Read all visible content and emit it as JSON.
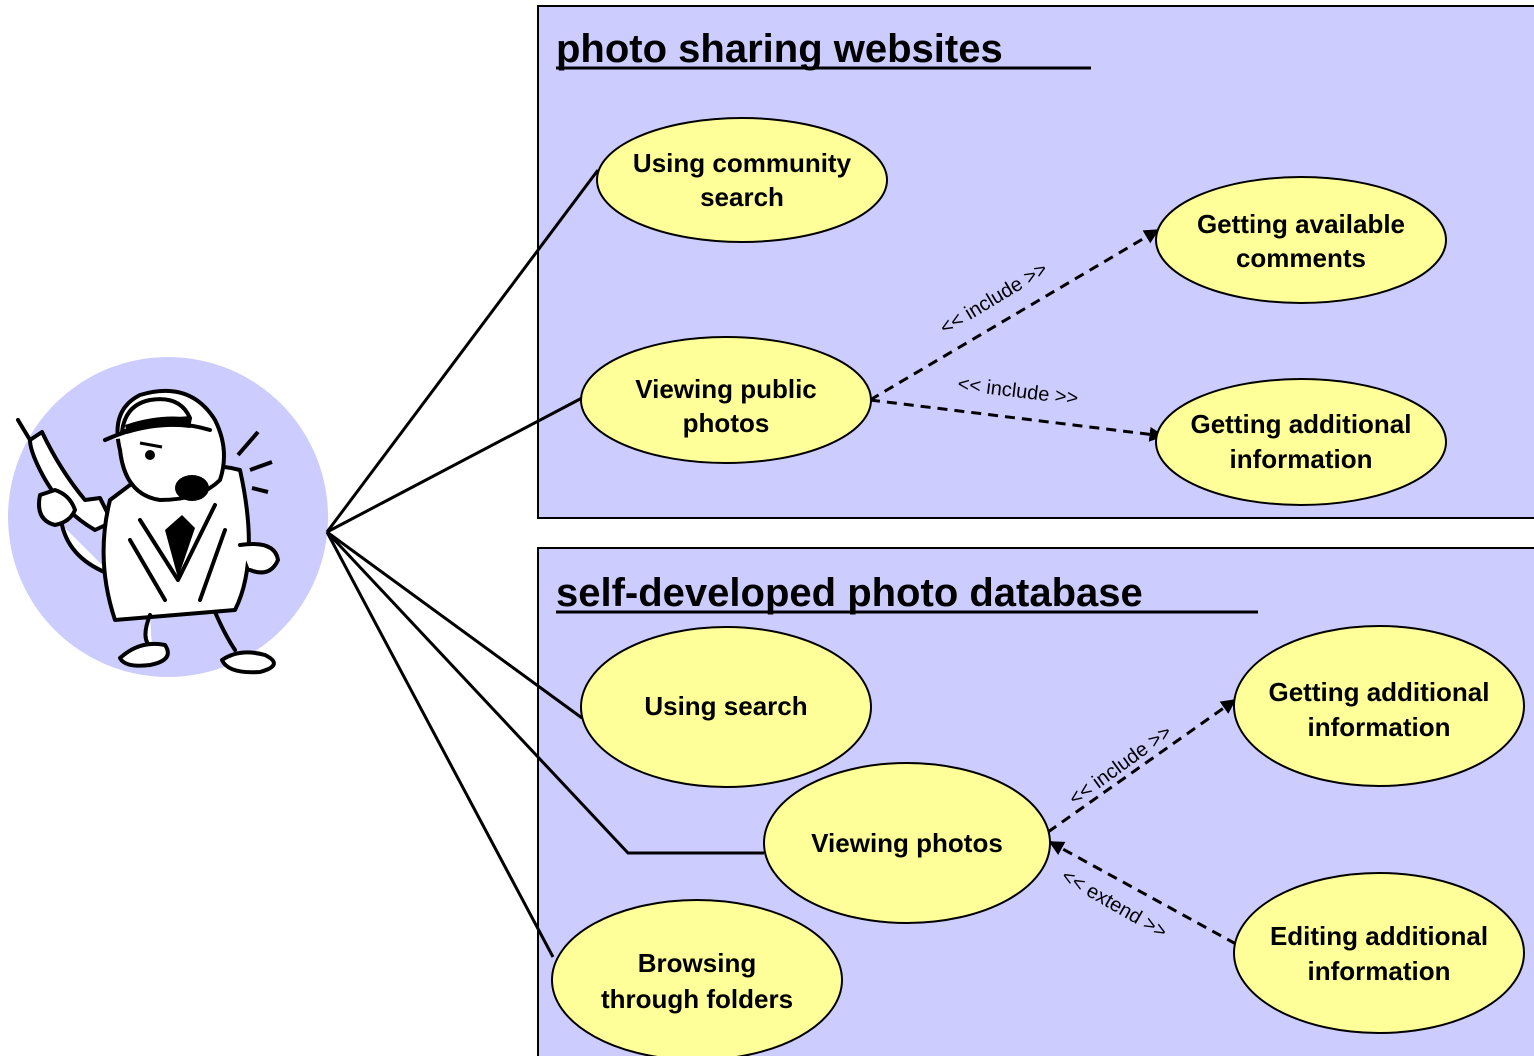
{
  "systems": [
    {
      "title": "photo sharing websites"
    },
    {
      "title": "self-developed photo database"
    }
  ],
  "use_cases": {
    "community_search": [
      "Using community",
      "search"
    ],
    "viewing_public": [
      "Viewing public",
      "photos"
    ],
    "getting_comments": [
      "Getting available",
      "comments"
    ],
    "getting_info_web": [
      "Getting additional",
      "information"
    ],
    "using_search": [
      "Using search"
    ],
    "viewing_photos": [
      "Viewing photos"
    ],
    "browsing": [
      "Browsing",
      "through folders"
    ],
    "getting_info_db": [
      "Getting additional",
      "information"
    ],
    "editing_info": [
      "Editing additional",
      "information"
    ]
  },
  "relations": {
    "include_1": "<< include >>",
    "include_2": "<< include >>",
    "include_3": "<< include >>",
    "extend_1": "<< extend >>"
  },
  "actor": {
    "icon": "detective-with-phone-icon",
    "background_color": "#ccccff"
  },
  "colors": {
    "system_fill": "#ccccff",
    "use_case_fill": "#ffff99"
  }
}
